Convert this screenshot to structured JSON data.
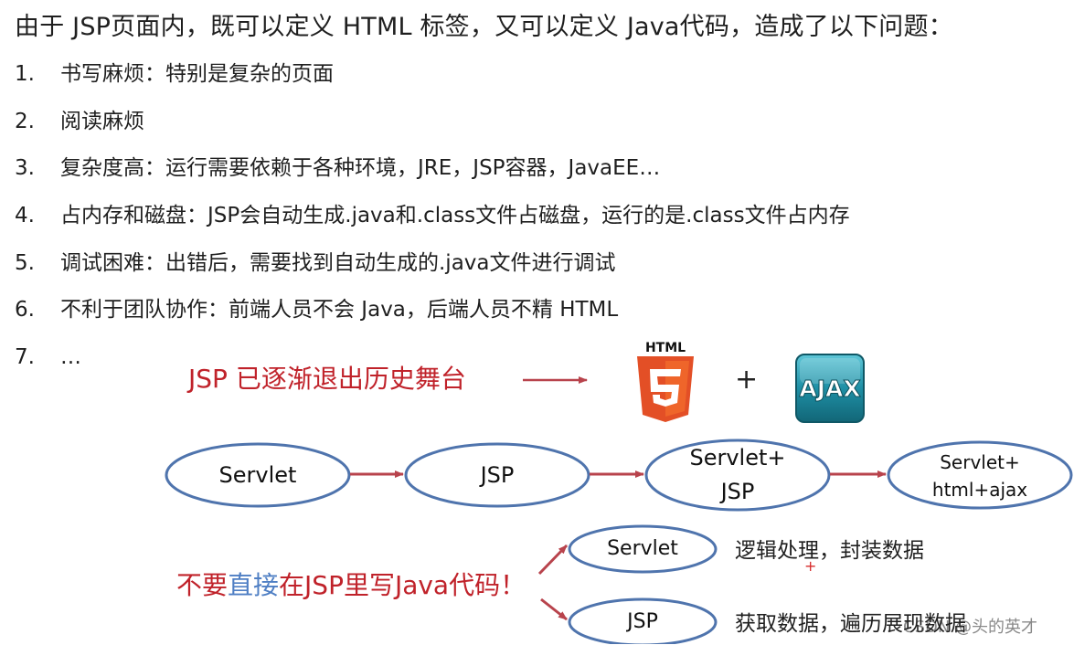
{
  "heading": "由于 JSP页面内，既可以定义 HTML 标签，又可以定义 Java代码，造成了以下问题：",
  "problems": [
    {
      "num": "1.",
      "text": "书写麻烦：特别是复杂的页面"
    },
    {
      "num": "2.",
      "text": "阅读麻烦"
    },
    {
      "num": "3.",
      "text": "复杂度高：运行需要依赖于各种环境，JRE，JSP容器，JavaEE…"
    },
    {
      "num": "4.",
      "text": "占内存和磁盘：JSP会自动生成.java和.class文件占磁盘，运行的是.class文件占内存"
    },
    {
      "num": "5.",
      "text": "调试困难：出错后，需要找到自动生成的.java文件进行调试"
    },
    {
      "num": "6.",
      "text": "不利于团队协作：前端人员不会 Java，后端人员不精 HTML"
    },
    {
      "num": "7.",
      "text": "…"
    }
  ],
  "retire_text": "JSP 已逐渐退出历史舞台",
  "plus": "+",
  "logos": {
    "html5": {
      "label": "HTML",
      "digit": "5",
      "color_main": "#e34f26",
      "color_light": "#ef652a"
    },
    "ajax": {
      "label": "AJAX",
      "color_main": "#1e8fa5",
      "color_dark": "#126677"
    }
  },
  "evolution": {
    "servlet": "Servlet",
    "jsp": "JSP",
    "combo_line1": "Servlet+",
    "combo_line2": "JSP",
    "ajax_line1": "Servlet+",
    "ajax_line2": "html+ajax"
  },
  "warning": {
    "part1": "不要",
    "part2": "直接",
    "part3": "在JSP里写Java代码！"
  },
  "roles": {
    "servlet_node": "Servlet",
    "servlet_role": "逻辑处理，封装数据",
    "jsp_node": "JSP",
    "jsp_role": "获取数据，遍历展现数据"
  },
  "cursor": "+",
  "watermark": "CSDN @头的英才",
  "colors": {
    "accent_red": "#c0222a",
    "arrow_red": "#b8434c",
    "ellipse_blue": "#4f74ad",
    "highlight_blue": "#4f7fc4"
  }
}
